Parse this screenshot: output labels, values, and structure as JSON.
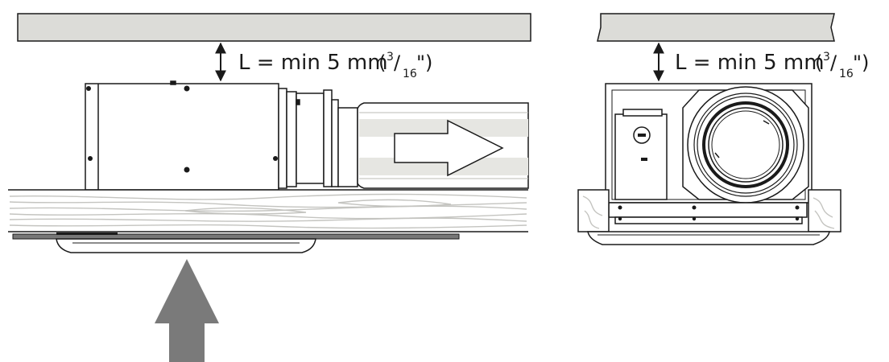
{
  "left_view": {
    "clearance_label": "L = min 5 mm",
    "fraction": {
      "open": "(",
      "numerator": "3",
      "slash": "/",
      "denominator": "16",
      "close": "\")"
    }
  },
  "right_view": {
    "clearance_label": "L = min 5 mm",
    "fraction": {
      "open": "(",
      "numerator": "3",
      "slash": "/",
      "denominator": "16",
      "close": "\")"
    }
  },
  "colors": {
    "ceiling_fill": "#dcdcd8",
    "line": "#1a1a1a",
    "arrow_gray": "#7a7a7a",
    "panel_gray": "#777777"
  },
  "icons": {
    "airflow_exhaust": "outline-arrow-right",
    "airflow_intake": "solid-arrow-up",
    "clearance": "double-headed-arrow-vertical"
  }
}
